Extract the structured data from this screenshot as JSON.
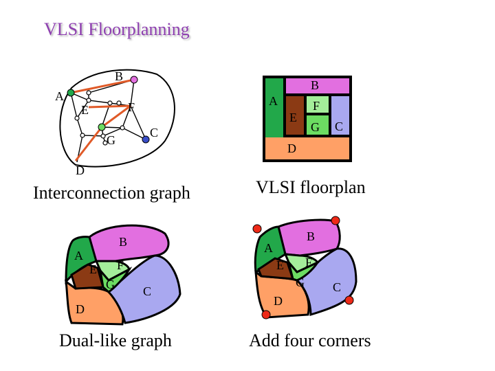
{
  "title": "VLSI Floorplanning",
  "captions": {
    "graph": "Interconnection graph",
    "floorplan": "VLSI floorplan",
    "dual": "Dual-like graph",
    "corners": "Add four corners"
  },
  "modules": {
    "a": "A",
    "b": "B",
    "c": "C",
    "d": "D",
    "e": "E",
    "f": "F",
    "g": "G"
  },
  "colors": {
    "title": "#8e3fb0",
    "a": "#22a84a",
    "b": "#e26fe0",
    "c": "#a9a8f0",
    "d": "#ffa066",
    "e": "#8b3a14",
    "f": "#a4ee9a",
    "g": "#6cdc62",
    "edge": "#e05a28",
    "corner": "#ee2a18"
  }
}
